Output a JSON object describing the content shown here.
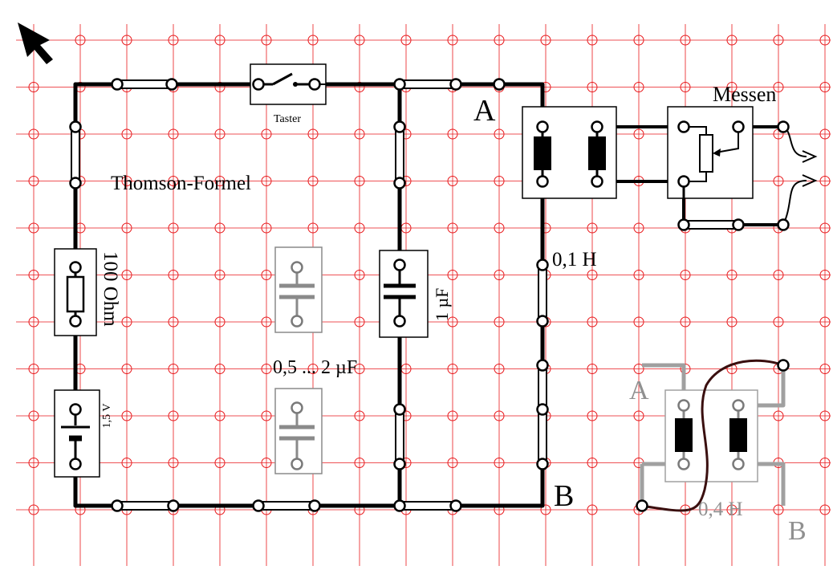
{
  "labels": {
    "title": "Thomson-Formel",
    "taster": "Taster",
    "messen": "Messen",
    "node_a": "A",
    "node_b": "B",
    "resistor": "100 Ohm",
    "capacitor_1": "1 µF",
    "capacitor_range": "0,5 ... 2 µF",
    "battery": "1,5 V",
    "inductor_main": "0,1 H",
    "node_a_alt": "A",
    "node_b_alt": "B",
    "inductor_alt": "0,4 H"
  },
  "colors": {
    "grid": "#e8191c",
    "wire": "#000000",
    "alt_wire": "#999999",
    "alt_jumper": "#3a0f0f",
    "alt_text": "#909090",
    "box": "#000000"
  },
  "icons": {
    "pointer": "arrow-cursor-icon",
    "switch": "push-button-switch-icon",
    "resistor": "resistor-icon",
    "battery": "battery-icon",
    "capacitor": "capacitor-icon",
    "inductor": "coil-icon",
    "potentiometer": "potentiometer-icon"
  }
}
